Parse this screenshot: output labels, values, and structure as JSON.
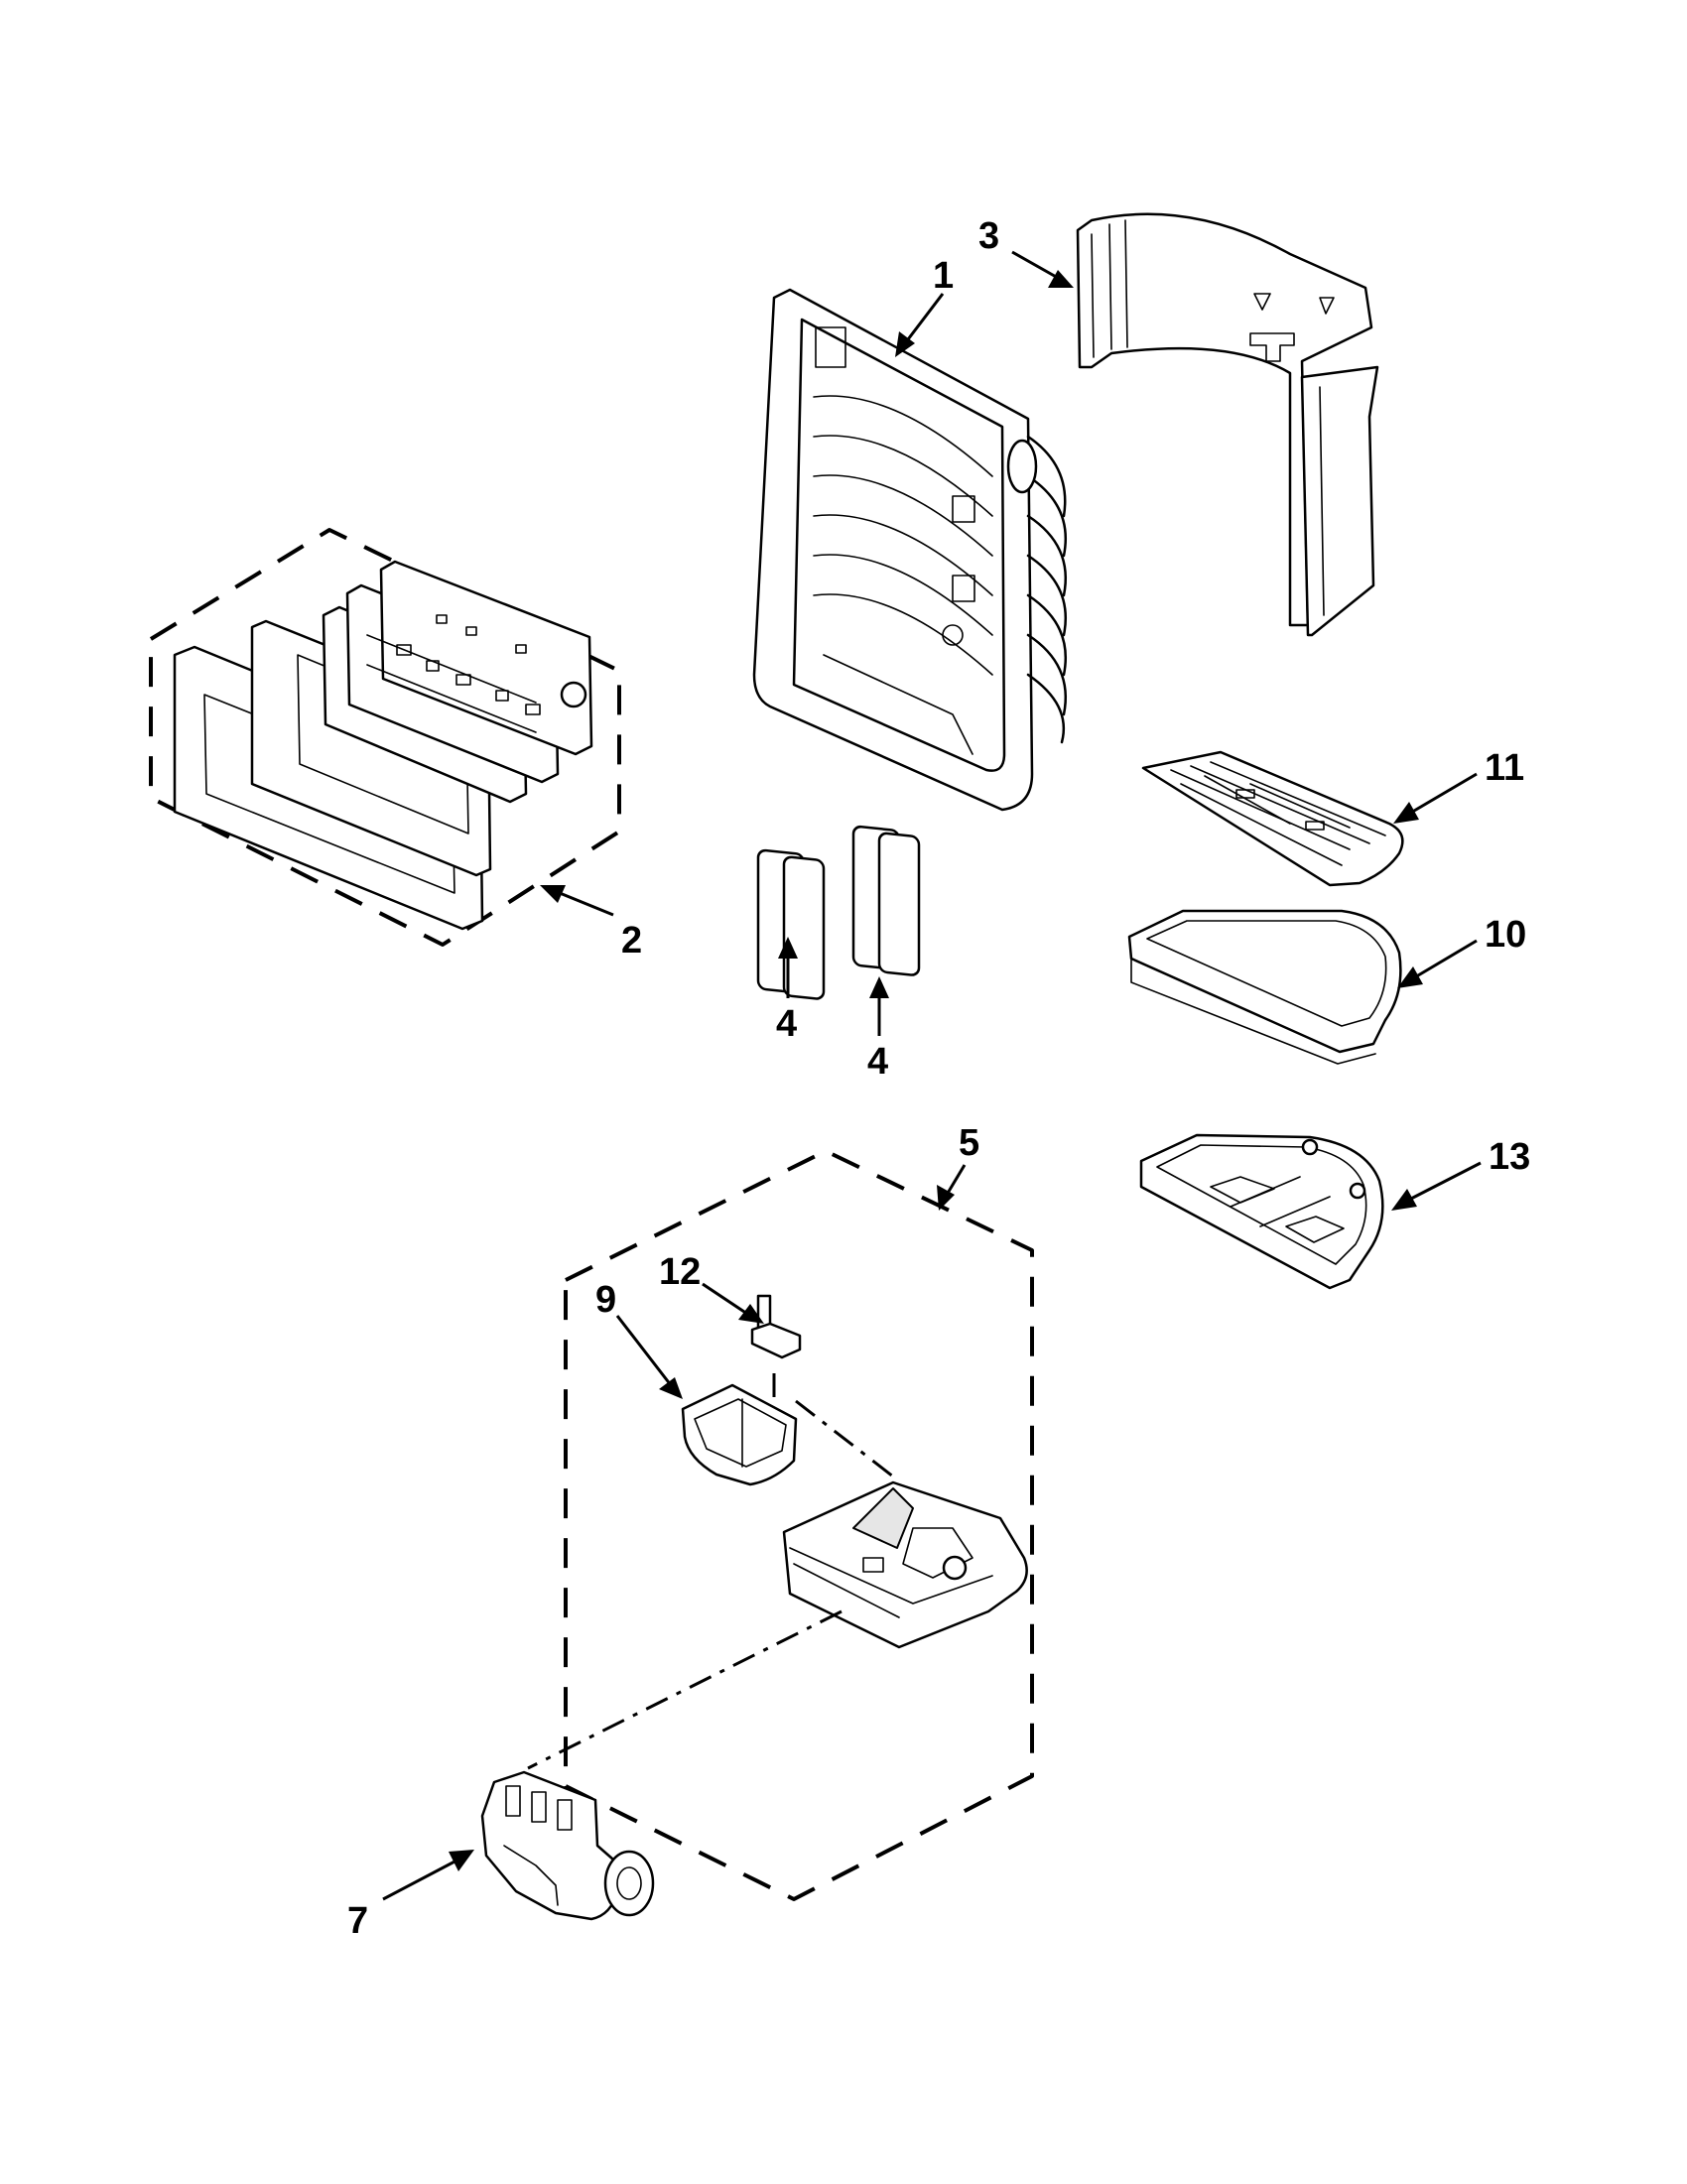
{
  "callouts": {
    "c1": "1",
    "c2": "2",
    "c3": "3",
    "c4a": "4",
    "c4b": "4",
    "c5": "5",
    "c7": "7",
    "c9": "9",
    "c10": "10",
    "c11": "11",
    "c12": "12",
    "c13": "13"
  }
}
